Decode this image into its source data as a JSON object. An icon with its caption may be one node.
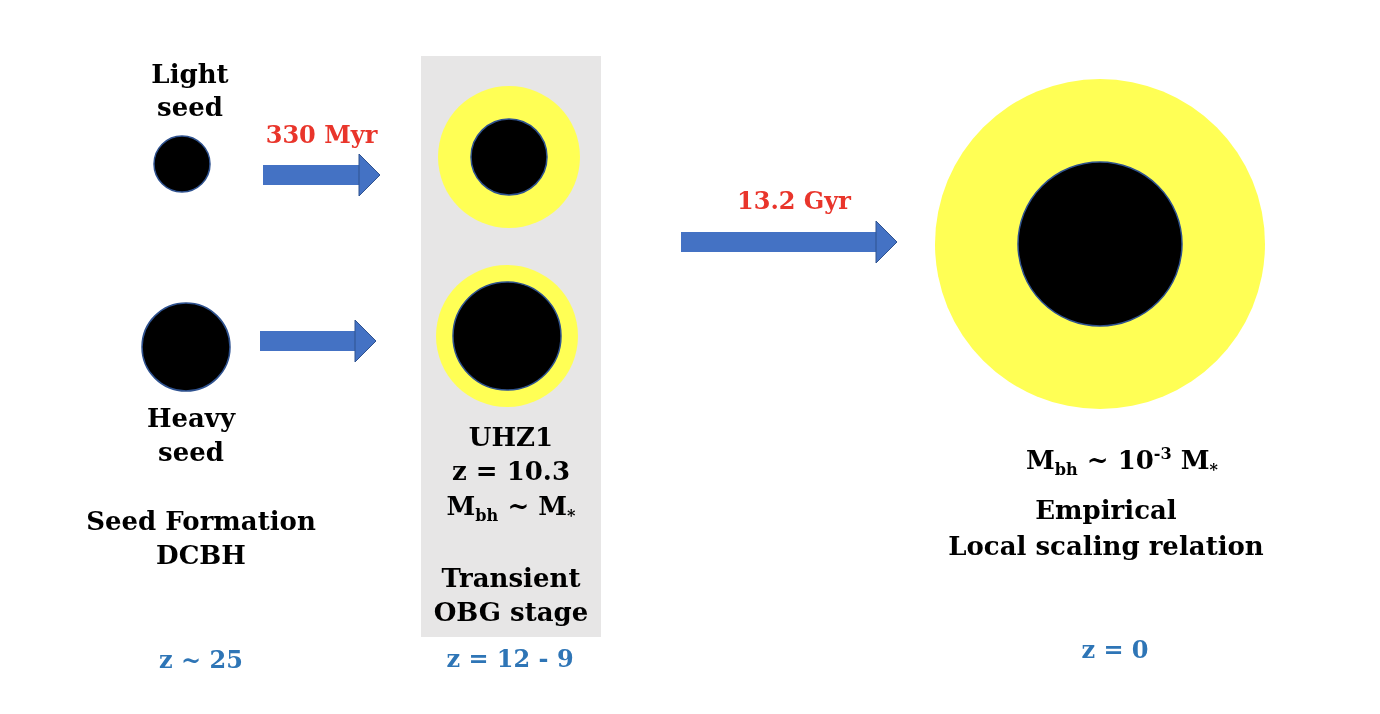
{
  "diagram": {
    "nodes": [
      {
        "text": [
          "Light seed"
        ]
      },
      {
        "text": [
          "Heavy seed"
        ]
      },
      {
        "text": [
          "UHZ1",
          "z = 10.3",
          "M$_{bh}$ ~ M$_{*}$",
          "Transient OBG stage"
        ]
      },
      {
        "text": [],
        "shape": "circle",
        "in": 2
      },
      {
        "text": [],
        "shape": "circle",
        "in": 2
      },
      {
        "text": [],
        "shape": "circle",
        "beside": [
          "M$_{bh}$ ~ 10$^{-3}$ M$_{*}$",
          "Empirical",
          "Local scaling relation"
        ]
      }
    ],
    "edges": [
      {
        "from": 0,
        "to": 3,
        "arrow": "to",
        "label": "330 Myr"
      },
      {
        "from": 1,
        "to": 4,
        "arrow": "to"
      },
      {
        "from": 2,
        "to": 5,
        "arrow": "to",
        "label": "13.2 Gyr"
      }
    ],
    "labels": [
      "Seed Formation DCBH",
      "z ~ 25",
      "z = 12 - 9",
      "z = 0"
    ]
  }
}
